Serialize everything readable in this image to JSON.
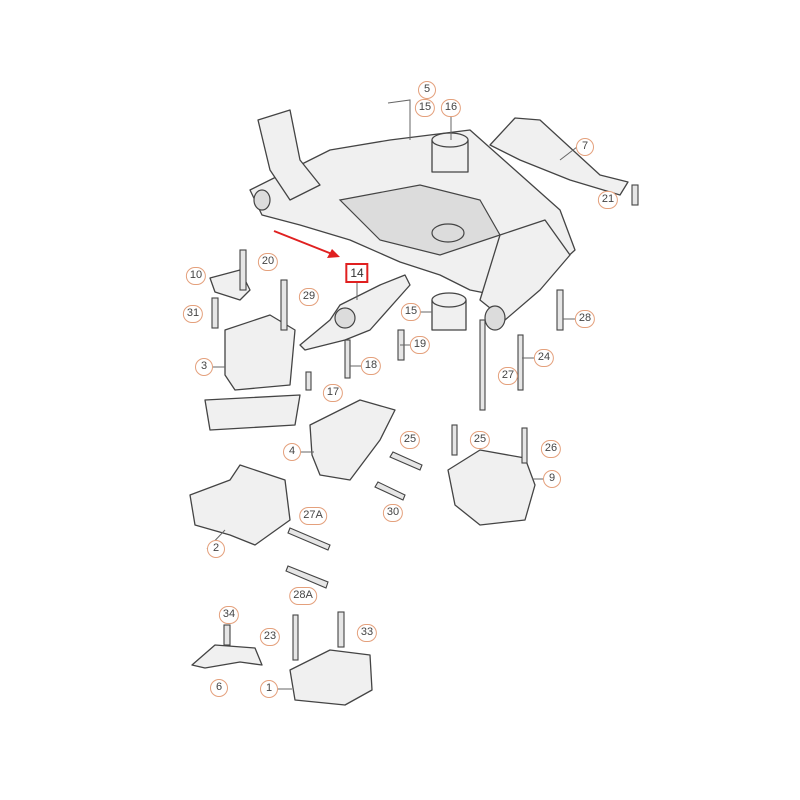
{
  "diagram": {
    "highlight_color": "#e02020",
    "callout_color": "#e4a07c",
    "highlighted_part": "14",
    "callouts": [
      "5",
      "15",
      "16",
      "7",
      "21",
      "20",
      "10",
      "14",
      "29",
      "31",
      "15",
      "28",
      "19",
      "3",
      "18",
      "24",
      "17",
      "27",
      "4",
      "25",
      "25",
      "26",
      "9",
      "30",
      "27A",
      "2",
      "28A",
      "34",
      "23",
      "33",
      "6",
      "1"
    ]
  }
}
